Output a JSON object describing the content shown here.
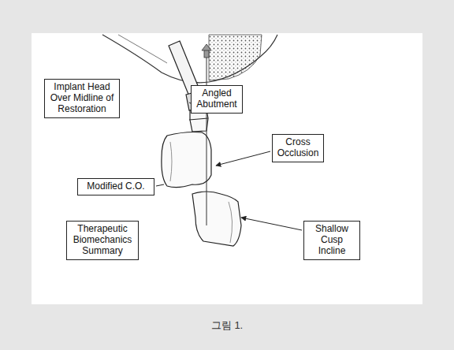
{
  "diagram": {
    "caption": "그림 1.",
    "nodes": [
      {
        "text": [
          "Implant Head Over Midline of Restoration"
        ]
      },
      {
        "text": [
          "Angled Abutment"
        ]
      },
      {
        "text": [
          "Cross Occlusion"
        ]
      },
      {
        "text": [
          "Modified C.O."
        ]
      },
      {
        "text": [
          "Therapeutic Biomechanics Summary"
        ]
      },
      {
        "text": [
          "Shallow Cusp Incline"
        ]
      }
    ]
  }
}
